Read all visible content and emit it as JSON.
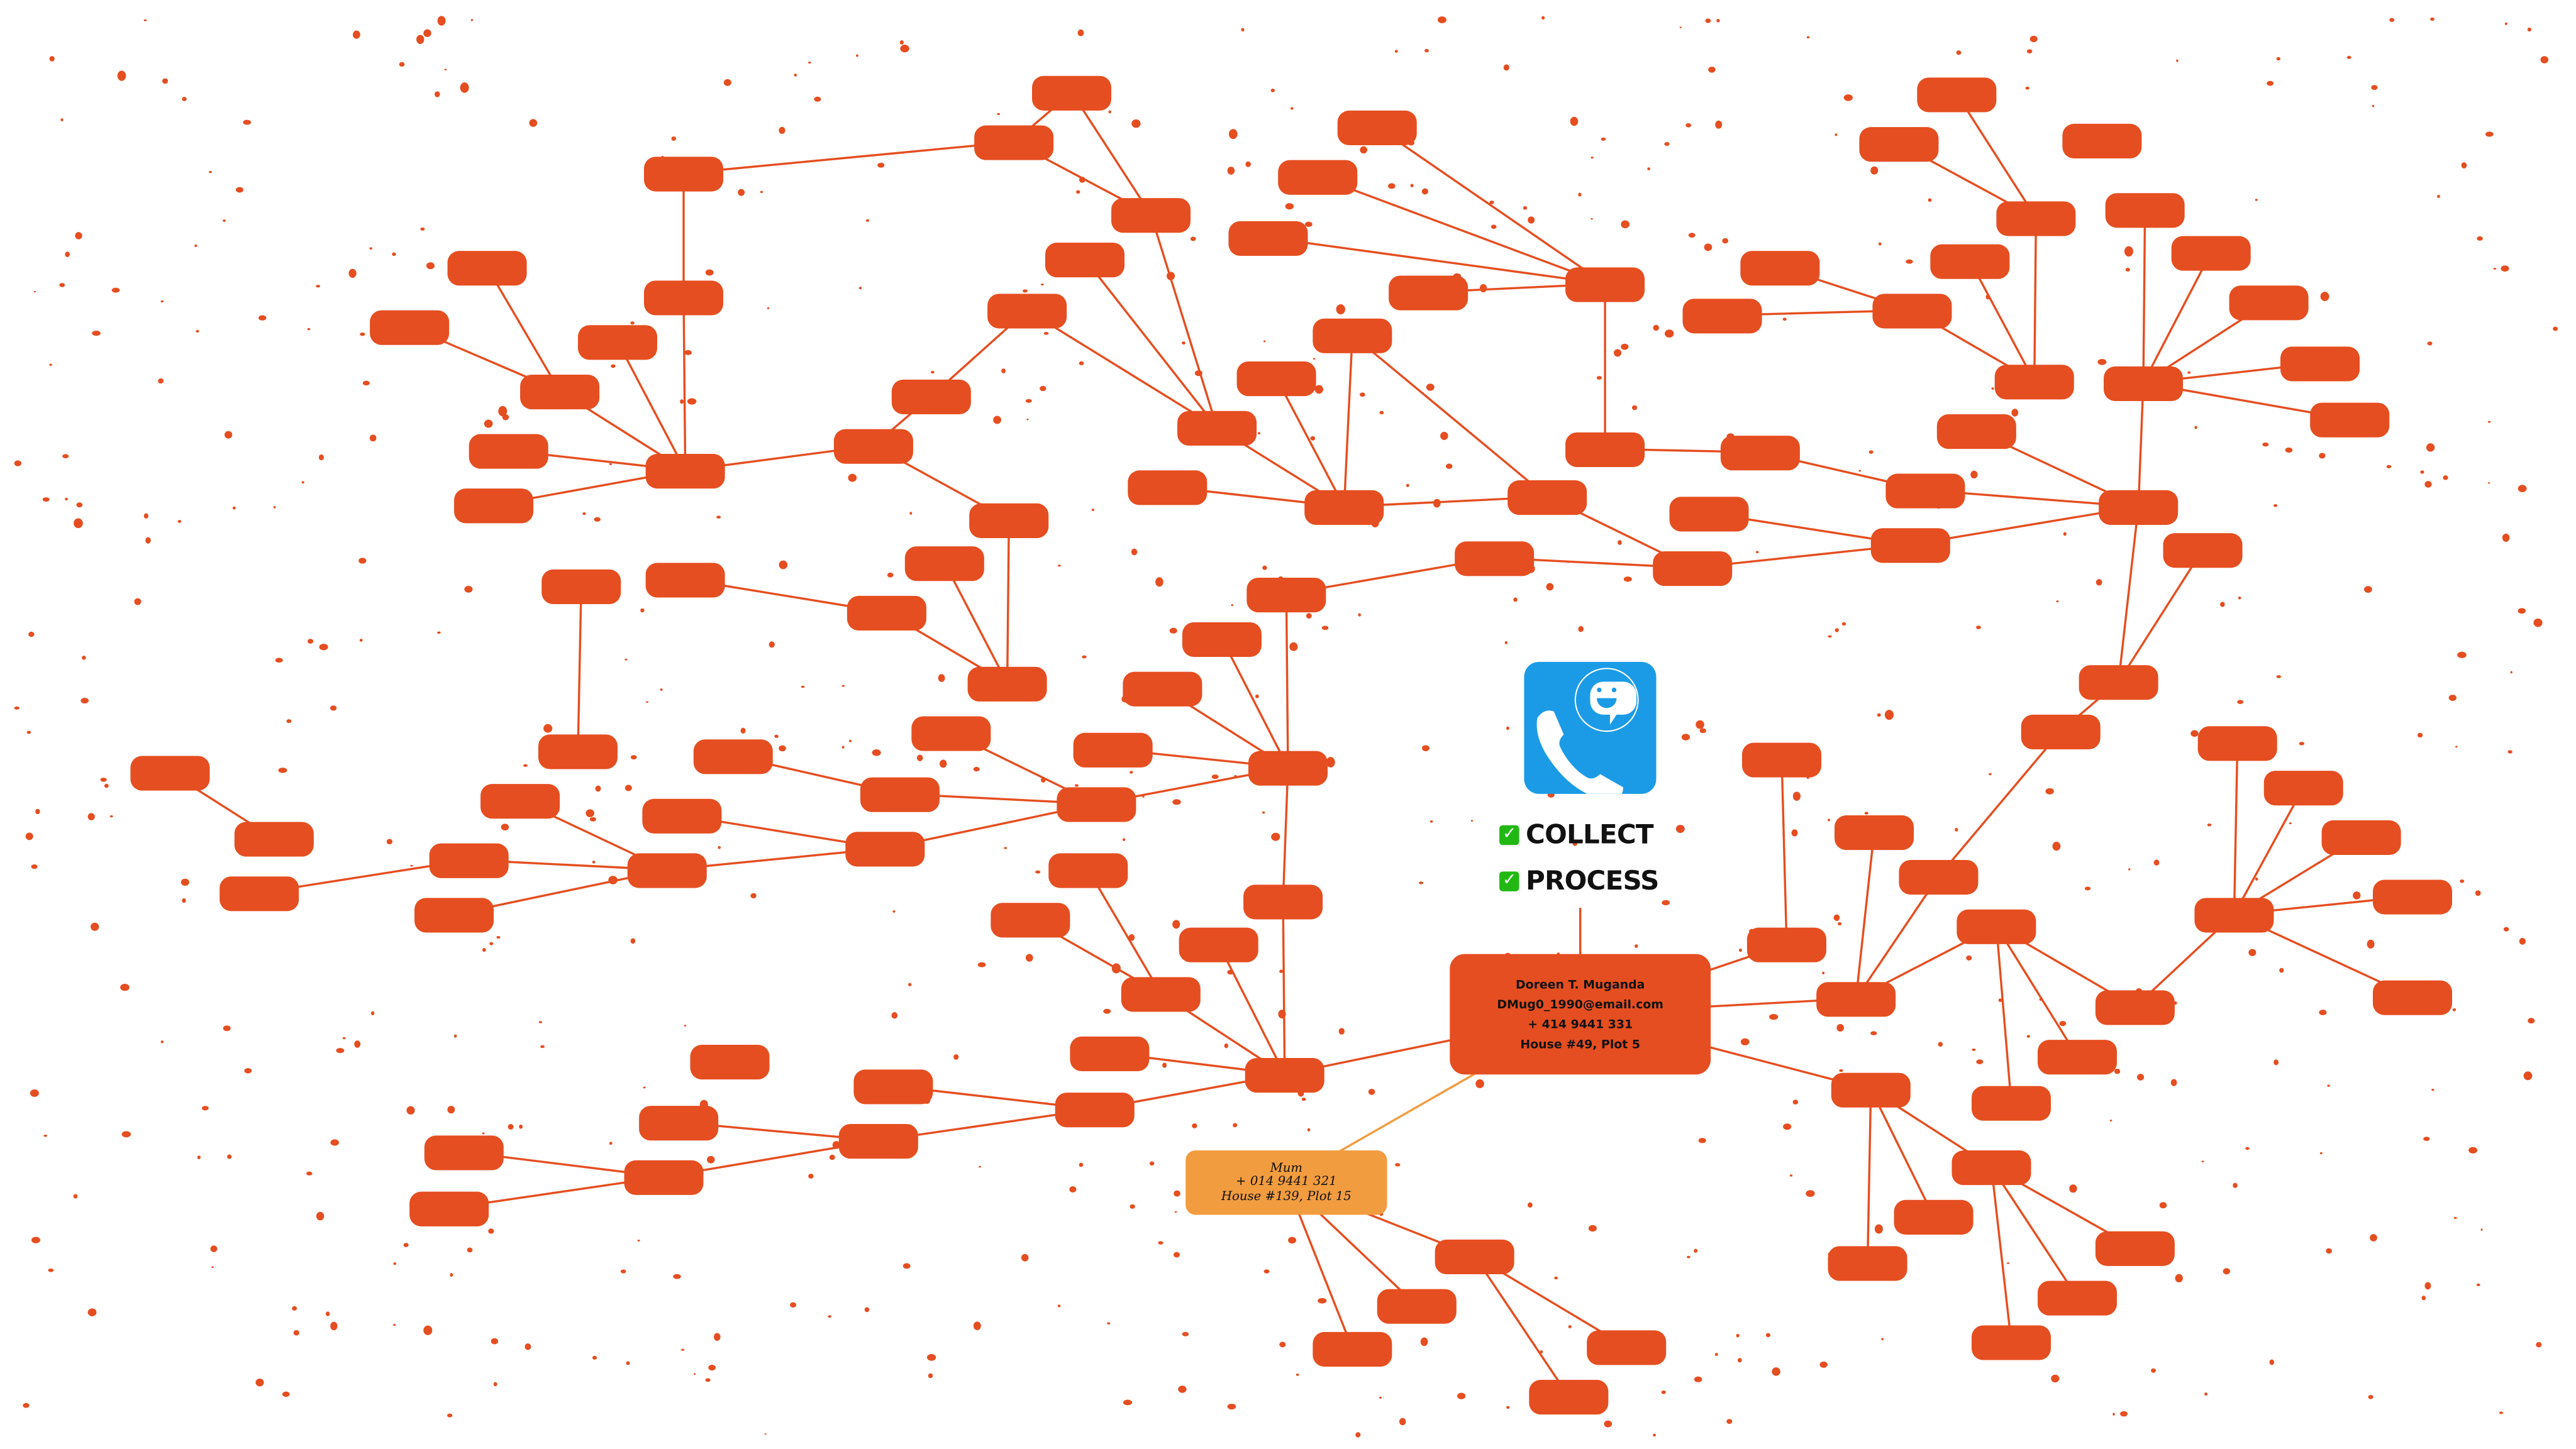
{
  "colors": {
    "node": "#e54e20",
    "secondary_node": "#f29c40",
    "logo": "#1b9be6",
    "check": "#22b814"
  },
  "logo": {
    "icon": "phone-chat-icon"
  },
  "checklist": [
    {
      "icon": "checkbox-checked-icon",
      "label": "COLLECT"
    },
    {
      "icon": "checkbox-checked-icon",
      "label": "PROCESS"
    }
  ],
  "main_contact": {
    "name": "Doreen T. Muganda",
    "email": "DMug0_1990@email.com",
    "phone": "+ 414 9441 331",
    "address": "House #49, Plot 5"
  },
  "secondary_contact": {
    "name": "Mum",
    "phone": "+ 014 9441 321",
    "address": "House #139, Plot 15"
  }
}
